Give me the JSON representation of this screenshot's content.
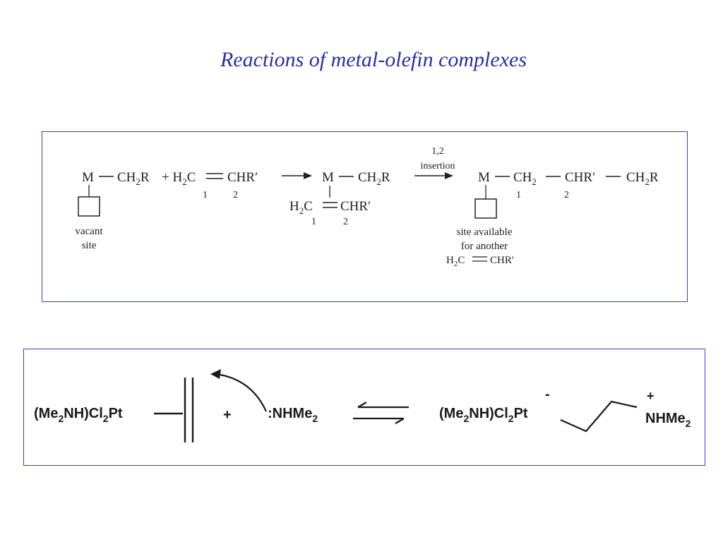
{
  "title": "Reactions of metal-olefin complexes",
  "insertion_scheme": {
    "reactant_M": "M",
    "reactant_CH2R": "CH",
    "plus_H2C": "+ H",
    "reactant_CHR": "CHR′",
    "intermediate_M": "M",
    "intermediate_CH2R": "CH",
    "intermediate_H2C": "H",
    "intermediate_CHR": "CHR′",
    "arrow_label_line1": "1,2",
    "arrow_label_line2": "insertion",
    "product_M": "M",
    "product_CH2": "CH",
    "product_CHR": "CHR′",
    "product_CH2R": "CH",
    "sub_2": "2",
    "label_1": "1",
    "label_2": "2",
    "vacant_line1": "vacant",
    "vacant_line2": "site",
    "site_available_line1": "site available",
    "site_available_line2": "for another",
    "site_available_H2C": "H",
    "site_available_CHR": "CHR′",
    "R": "R",
    "C": "C"
  },
  "amine_scheme": {
    "pt_complex_a": "(Me",
    "pt_complex_b": "NH)Cl",
    "pt_complex_c": "Pt",
    "sub_2": "2",
    "plus": "+",
    "amine": ":NHMe",
    "product_pt_a": "(Me",
    "product_pt_b": "NH)Cl",
    "product_pt_c": "Pt",
    "minus": "-",
    "plus_charge": "+",
    "product_amine": "NHMe"
  }
}
